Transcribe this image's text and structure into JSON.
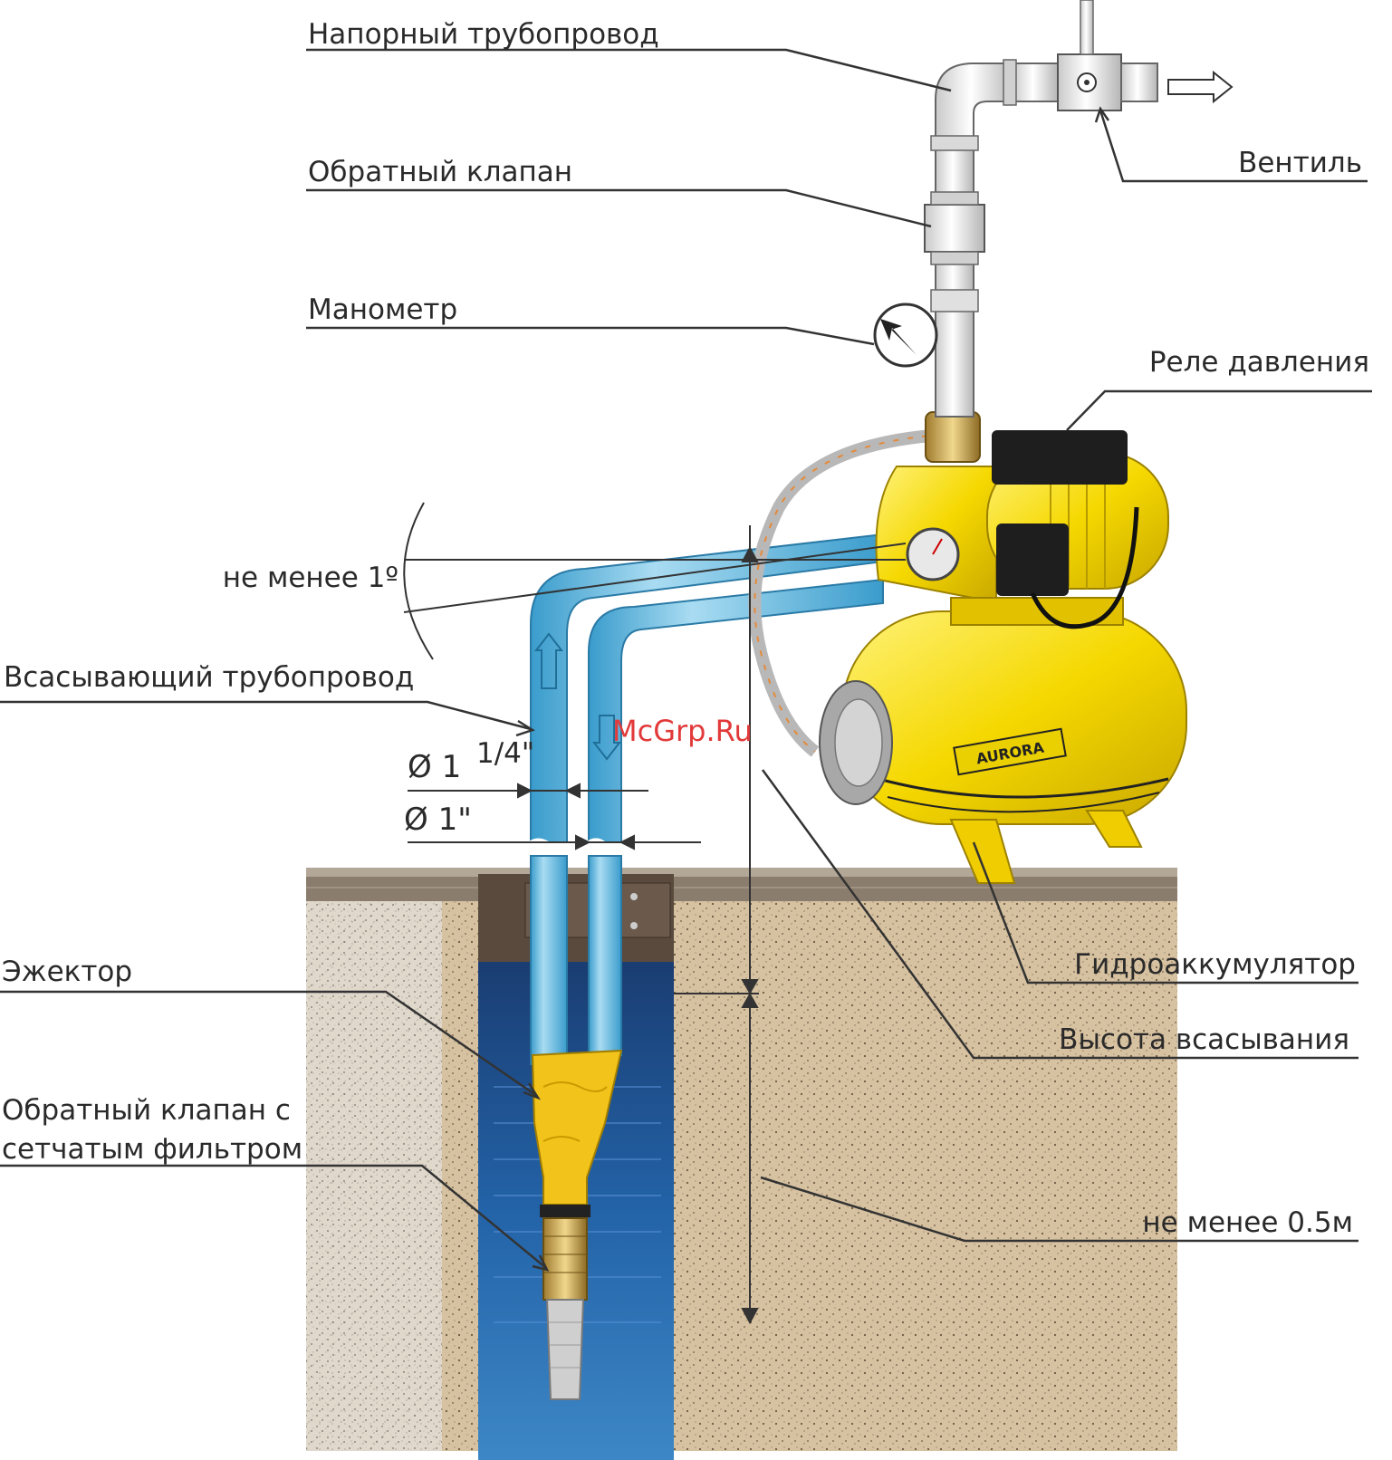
{
  "labels": {
    "pressure_pipe": "Напорный трубопровод",
    "check_valve": "Обратный клапан",
    "manometer": "Манометр",
    "valve": "Вентиль",
    "pressure_switch": "Реле давления",
    "angle_min": "не менее 1º",
    "suction_pipe": "Всасывающий трубопровод",
    "dia_large_main": "Ø 1",
    "dia_large_frac": "1/4\"",
    "dia_small": "Ø 1\"",
    "ejector": "Эжектор",
    "check_valve_filter_line1": "Обратный клапан с",
    "check_valve_filter_line2": "сетчатым фильтром",
    "accumulator": "Гидроаккумулятор",
    "suction_height": "Высота всасывания",
    "depth_min": "не менее 0.5м"
  },
  "watermark": "McGrp.Ru",
  "brand_plate": "AURORA",
  "colors": {
    "pump_yellow": "#f5d800",
    "pipe_blue": "#5cb8e0",
    "water_blue": "#1f5fa0",
    "soil": "#d9c4a3",
    "watermark_red": "#e23a3a"
  }
}
